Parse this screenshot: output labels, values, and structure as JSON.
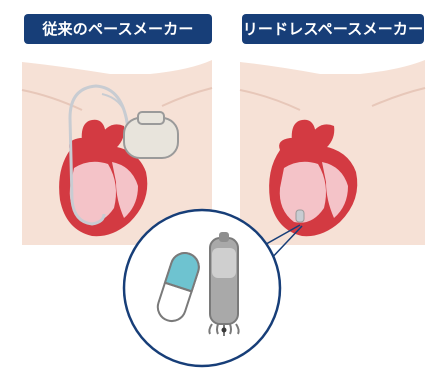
{
  "labels": {
    "traditional": "従来のペースメーカー",
    "leadless": "リードレスペースメーカー"
  },
  "colors": {
    "label_bg": "#173e78",
    "skin": "#f6e1d6",
    "skin_line": "#e7c7b9",
    "heart_red": "#d33a42",
    "heart_pink": "#f4c3c8",
    "lead_wire": "#c8ccd2",
    "device_body": "#e8e4dc",
    "capsule_blue": "#6ec3d0",
    "leadless_gray": "#9a9a9a",
    "circle_border": "#173e78"
  },
  "icons": [
    "traditional-pacemaker-illustration",
    "leadless-pacemaker-illustration",
    "capsule-icon",
    "leadless-device-icon"
  ]
}
